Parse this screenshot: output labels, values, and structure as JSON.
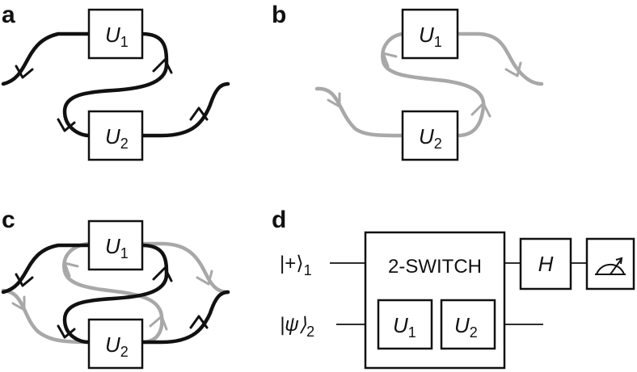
{
  "panels": {
    "a": {
      "label": "a"
    },
    "b": {
      "label": "b"
    },
    "c": {
      "label": "c"
    },
    "d": {
      "label": "d"
    }
  },
  "gates": {
    "u1": {
      "letter": "U",
      "sub": "1"
    },
    "u2": {
      "letter": "U",
      "sub": "2"
    },
    "h": {
      "letter": "H"
    }
  },
  "circuit": {
    "switch_label": "2-SWITCH",
    "input1": {
      "ket": "|+⟩",
      "sub": "1"
    },
    "input2": {
      "ket": "|ψ⟩",
      "sub": "2"
    },
    "measure_icon": "meter-icon"
  },
  "colors": {
    "dark_path": "#111111",
    "grey_path": "#a8a8a8"
  }
}
